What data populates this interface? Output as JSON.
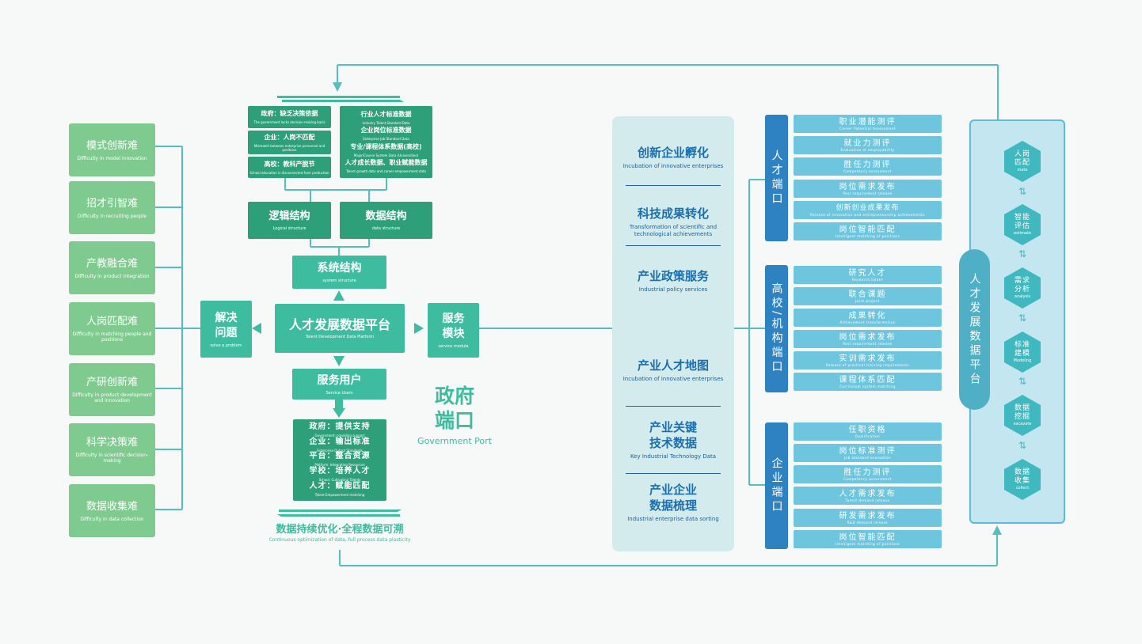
{
  "difficulties": [
    {
      "zh": "模式创新难",
      "en": "Difficulty in model innovation"
    },
    {
      "zh": "招才引智难",
      "en": "Difficulty in recruiting people"
    },
    {
      "zh": "产教融合难",
      "en": "Difficulty in product integration"
    },
    {
      "zh": "人岗匹配难",
      "en": "Difficulty in matching people and positions"
    },
    {
      "zh": "产研创新难",
      "en": "Difficulty in product development and innovation"
    },
    {
      "zh": "科学决策难",
      "en": "Difficulty in scientific decision-making"
    },
    {
      "zh": "数据收集难",
      "en": "Difficulty in data collection"
    }
  ],
  "solve": {
    "zh": "解决\n问题",
    "en": "solve a problem"
  },
  "problems": [
    {
      "zh": "政府：缺乏决策依据",
      "en": "The government lacks decision-making basis"
    },
    {
      "zh": "企业：人岗不匹配",
      "en": "Mismatch between enterprise personnel and positions"
    },
    {
      "zh": "高校：教科产脱节",
      "en": "School education is disconnected from production"
    }
  ],
  "standards": [
    {
      "zh": "行业人才标准数据",
      "en": "Industry Talent Standard Data"
    },
    {
      "zh": "企业岗位标准数据",
      "en": "Enterprise Job Standard Data"
    },
    {
      "zh": "专业/课程体系数据(高校)",
      "en": "Major/Course System Data (Universities)"
    },
    {
      "zh": "人才成长数据、职业赋能数据",
      "en": "Talent growth data and career empowerment data"
    }
  ],
  "logical": {
    "zh": "逻辑结构",
    "en": "Logical structure"
  },
  "datastruct": {
    "zh": "数据结构",
    "en": "data structure"
  },
  "system": {
    "zh": "系统结构",
    "en": "system structure"
  },
  "platform": {
    "zh": "人才发展数据平台",
    "en": "Talent Development Data Platform"
  },
  "service_module": {
    "zh": "服务\n模块",
    "en": "service module"
  },
  "service_users": {
    "zh": "服务用户",
    "en": "Service Users"
  },
  "users": [
    {
      "zh": "政府：提供支持",
      "en": "Government: providing support"
    },
    {
      "zh": "企业：输出标准",
      "en": "Enterprise Output Standards"
    },
    {
      "zh": "平台：整合资源",
      "en": "Platform: Integrating Resources"
    },
    {
      "zh": "学校：培养人才",
      "en": "School: Cultivating Talents"
    },
    {
      "zh": "人才：赋能匹配",
      "en": "Talent Empowerment matching"
    }
  ],
  "footer": {
    "zh": "数据持续优化·全程数据可溯",
    "en": "Continuous optimization of data, full process data plasticity"
  },
  "gov_port": {
    "zh": "政府\n端口",
    "en": "Government Port"
  },
  "services": [
    {
      "zh": "创新企业孵化",
      "en": "Incubation of innovative enterprises"
    },
    {
      "zh": "科技成果转化",
      "en": "Transformation of scientific and technological achievements"
    },
    {
      "zh": "产业政策服务",
      "en": "Industrial policy services"
    },
    {
      "zh": "产业人才地图",
      "en": "Incubation of innovative enterprises"
    },
    {
      "zh": "产业关键\n技术数据",
      "en": "Key Industrial Technology Data"
    },
    {
      "zh": "产业企业\n数据梳理",
      "en": "Industrial enterprise data sorting"
    }
  ],
  "ports": [
    {
      "label": "人才端口",
      "items": [
        {
          "zh": "职业潜能测评",
          "en": "Career Potential Assessment"
        },
        {
          "zh": "就业力测评",
          "en": "Evaluation of employability"
        },
        {
          "zh": "胜任力测评",
          "en": "Competency assessment"
        },
        {
          "zh": "岗位需求发布",
          "en": "Post requirement release"
        },
        {
          "zh": "创新创业成果发布",
          "en": "Release of innovation and entrepreneurship achievements"
        },
        {
          "zh": "岗位智能匹配",
          "en": "Intelligent matching of positions"
        }
      ]
    },
    {
      "label": "高校/机构端口",
      "items": [
        {
          "zh": "研究人才",
          "en": "Research talent"
        },
        {
          "zh": "联合课题",
          "en": "Joint project"
        },
        {
          "zh": "成果转化",
          "en": "Achievement transformation"
        },
        {
          "zh": "岗位需求发布",
          "en": "Post requirement release"
        },
        {
          "zh": "实训需求发布",
          "en": "Release of practical training requirements"
        },
        {
          "zh": "课程体系匹配",
          "en": "Curriculum system matching"
        }
      ]
    },
    {
      "label": "企业端口",
      "items": [
        {
          "zh": "任职资格",
          "en": "Qualification"
        },
        {
          "zh": "岗位标准测评",
          "en": "Job standard evaluation"
        },
        {
          "zh": "胜任力测评",
          "en": "Competency assessment"
        },
        {
          "zh": "人才需求发布",
          "en": "Talent demand release"
        },
        {
          "zh": "研发需求发布",
          "en": "R&D demand release"
        },
        {
          "zh": "岗位智能匹配",
          "en": "Intelligent matching of positions"
        }
      ]
    }
  ],
  "right_platform": "人才发展数据平台",
  "steps": [
    {
      "zh": "人岗\n匹配",
      "en": "mate"
    },
    {
      "zh": "智能\n评估",
      "en": "estimate"
    },
    {
      "zh": "需求\n分析",
      "en": "analysis"
    },
    {
      "zh": "标准\n建模",
      "en": "Modeling"
    },
    {
      "zh": "数据\n挖掘",
      "en": "excavate"
    },
    {
      "zh": "数据\n收集",
      "en": "collect"
    }
  ],
  "colors": {
    "green": "#7fcb8f",
    "teal": "#3ebc9f",
    "dark": "#2d9f79",
    "blue": "#2f82c2",
    "light": "#6dc6de",
    "line": "#55bfbf"
  }
}
